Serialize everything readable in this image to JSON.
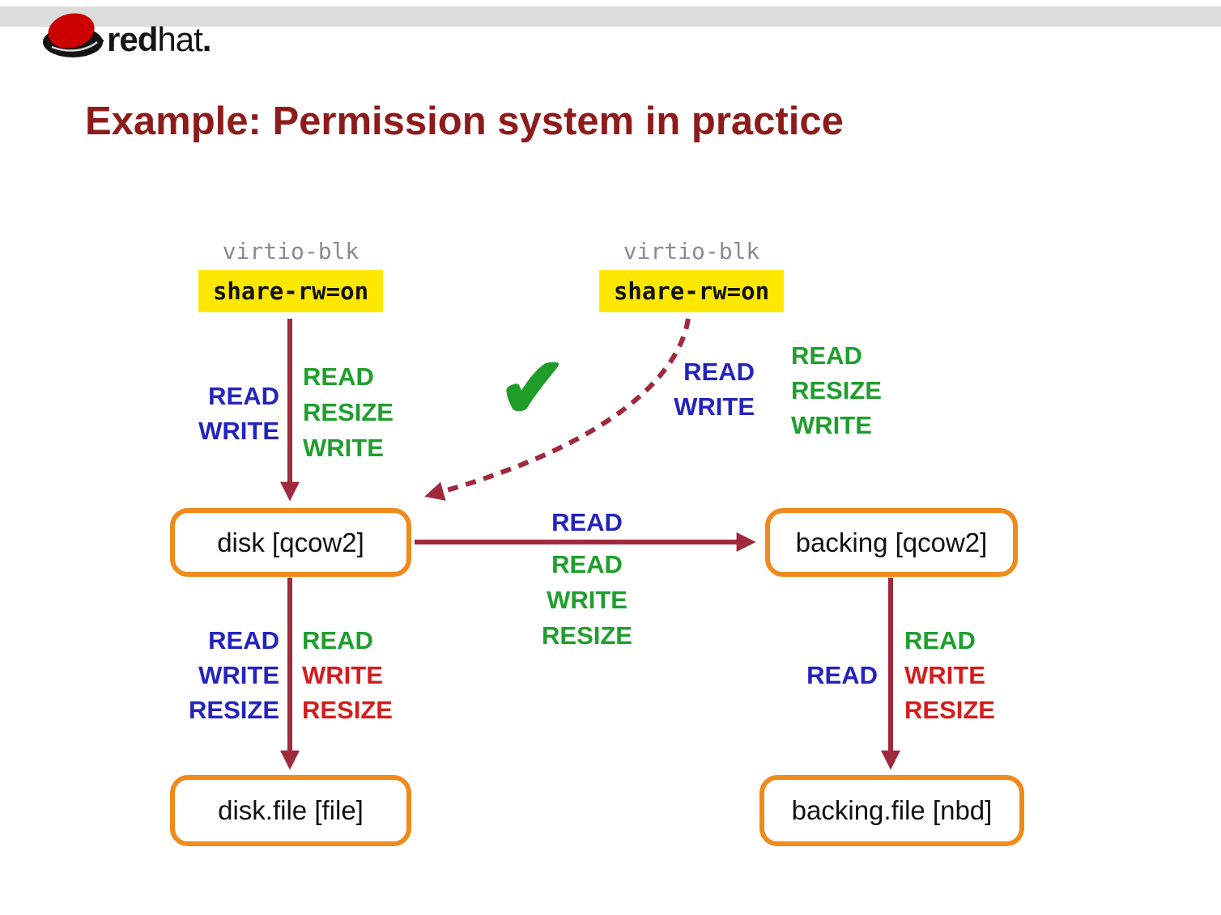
{
  "palette": {
    "topbar": "#dcdcdc",
    "title": "#8e1b1b",
    "maroon": "#a02a3c",
    "orange": "#f08a1a",
    "yellow": "#ffe800",
    "blue": "#2323bd",
    "green": "#1f9e2e",
    "red": "#d41c1c",
    "gray_label": "#8b8b8b",
    "check": "#1e9e28"
  },
  "logo": {
    "brand_bold": "red",
    "brand_regular": "hat",
    "suffix": "."
  },
  "title": "Example: Permission system in practice",
  "devices": {
    "left": {
      "driver": "virtio-blk",
      "option": "share-rw=on"
    },
    "right": {
      "driver": "virtio-blk",
      "option": "share-rw=on"
    }
  },
  "nodes": {
    "disk": "disk [qcow2]",
    "backing": "backing [qcow2]",
    "disk_file": "disk.file [file]",
    "backing_file": "backing.file [nbd]"
  },
  "permissions": {
    "device_left": {
      "blue": [
        "READ",
        "WRITE"
      ],
      "green": [
        "READ",
        "RESIZE",
        "WRITE"
      ]
    },
    "device_right": {
      "blue": [
        "READ",
        "WRITE"
      ],
      "green": [
        "READ",
        "RESIZE",
        "WRITE"
      ]
    },
    "disk_to_backing": {
      "blue": [
        "READ"
      ],
      "green": [
        "READ",
        "WRITE",
        "RESIZE"
      ]
    },
    "disk_to_file": {
      "blue": [
        "READ",
        "WRITE",
        "RESIZE"
      ],
      "green": [
        "READ"
      ],
      "red": [
        "WRITE",
        "RESIZE"
      ]
    },
    "backing_to_file": {
      "blue": [
        "READ"
      ],
      "green": [
        "READ"
      ],
      "red": [
        "WRITE",
        "RESIZE"
      ]
    }
  },
  "icons": {
    "checkmark": "✔"
  }
}
